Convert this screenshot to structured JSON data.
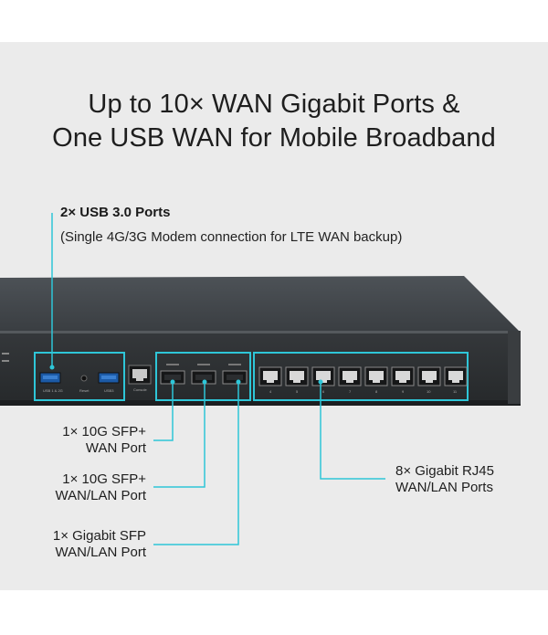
{
  "headline": {
    "line1": "Up to 10× WAN Gigabit Ports &",
    "line2": "One USB WAN for Mobile Broadband"
  },
  "usb": {
    "title": "2× USB 3.0 Ports",
    "subtitle": "(Single 4G/3G Modem connection for LTE WAN backup)"
  },
  "callouts": {
    "sfp_wan": {
      "line1": "1× 10G SFP+",
      "line2": "WAN Port"
    },
    "sfp_wanlan": {
      "line1": "1× 10G SFP+",
      "line2": "WAN/LAN Port"
    },
    "gig_sfp": {
      "line1": "1× Gigabit SFP",
      "line2": "WAN/LAN Port"
    },
    "rj45": {
      "line1": "8× Gigabit RJ45",
      "line2": "WAN/LAN Ports"
    }
  },
  "device_labels": {
    "usb_port": "USB 1 & 2G",
    "reset": "Reset",
    "usb2": "USB3",
    "console": "Console",
    "port_numbers": [
      "4",
      "5",
      "6",
      "7",
      "8",
      "9",
      "10",
      "11"
    ]
  },
  "colors": {
    "background_panel": "#ebebeb",
    "highlight": "#2ec6d8",
    "chassis_top": "#454a4f",
    "chassis_front": "#2d3033"
  }
}
